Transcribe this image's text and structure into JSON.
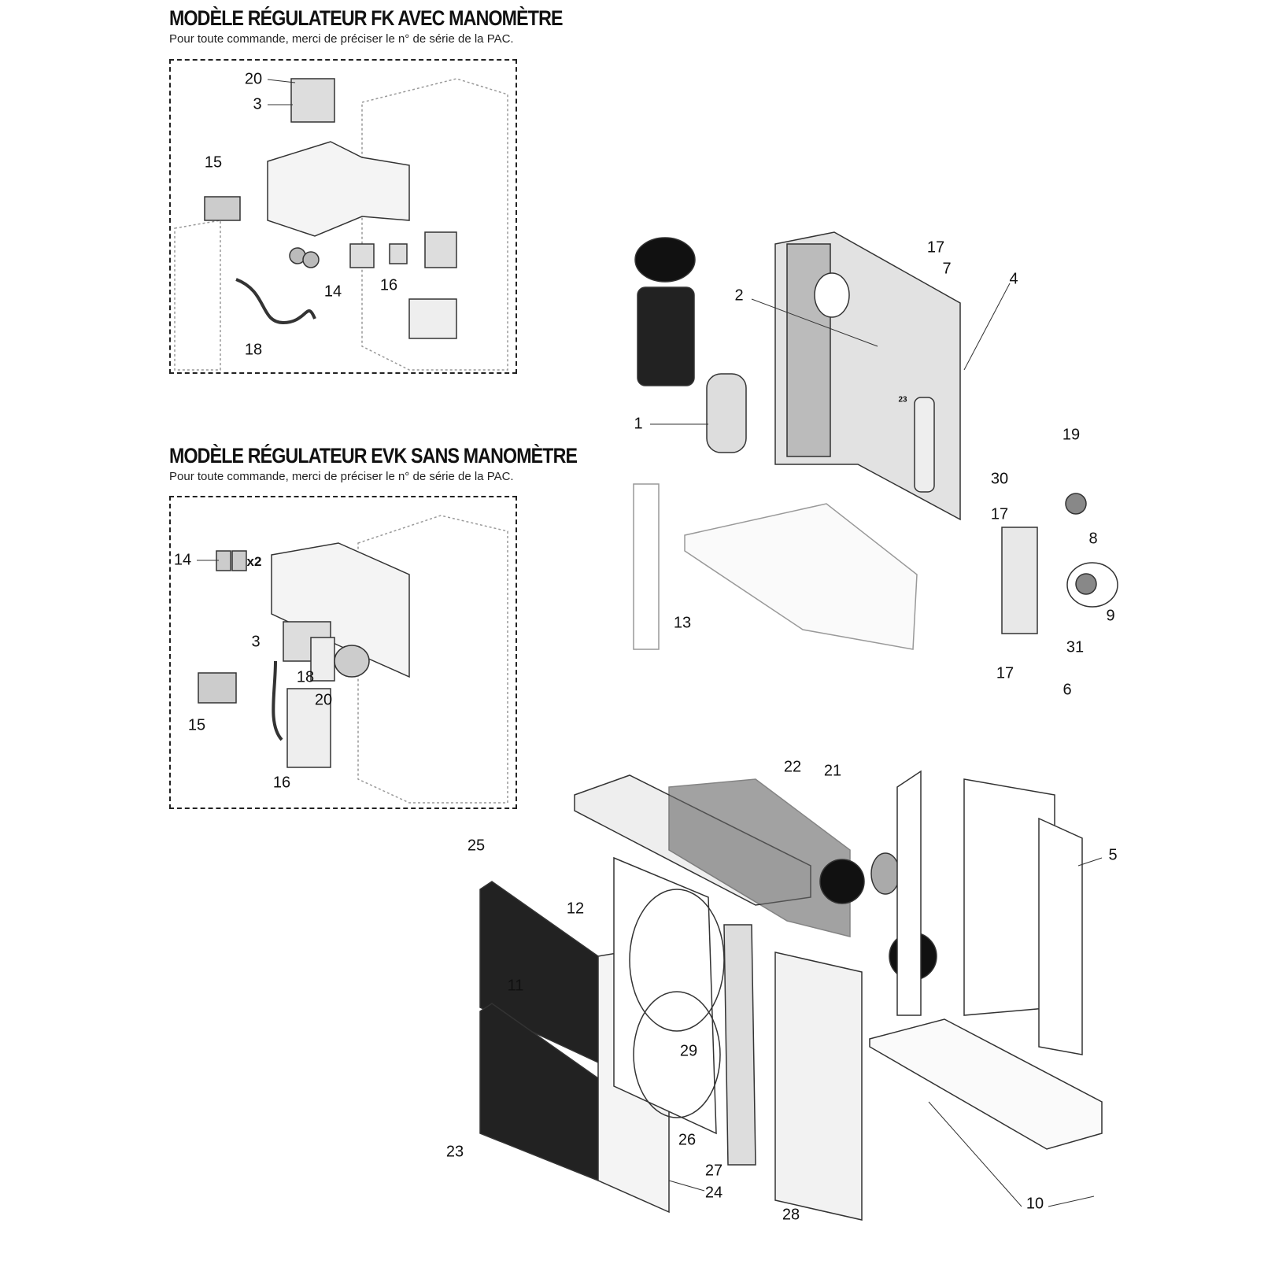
{
  "sections": [
    {
      "title": "MODÈLE RÉGULATEUR FK AVEC MANOMÈTRE",
      "subtitle": "Pour toute commande, merci de préciser le n° de série de la PAC."
    },
    {
      "title": "MODÈLE RÉGULATEUR EVK SANS MANOMÈTRE",
      "subtitle": "Pour toute commande, merci de préciser le n° de série de la PAC."
    }
  ],
  "fk_labels": [
    "20",
    "3",
    "15",
    "14",
    "16",
    "18"
  ],
  "evk_labels": [
    "14",
    "x2",
    "3",
    "18",
    "20",
    "15",
    "16"
  ],
  "main_labels": [
    "17",
    "7",
    "4",
    "2",
    "1",
    "23",
    "19",
    "30",
    "17",
    "8",
    "9",
    "13",
    "31",
    "17",
    "6"
  ],
  "case_labels": [
    "22",
    "21",
    "5",
    "25",
    "12",
    "11",
    "29",
    "26",
    "23",
    "27",
    "24",
    "28",
    "10"
  ]
}
